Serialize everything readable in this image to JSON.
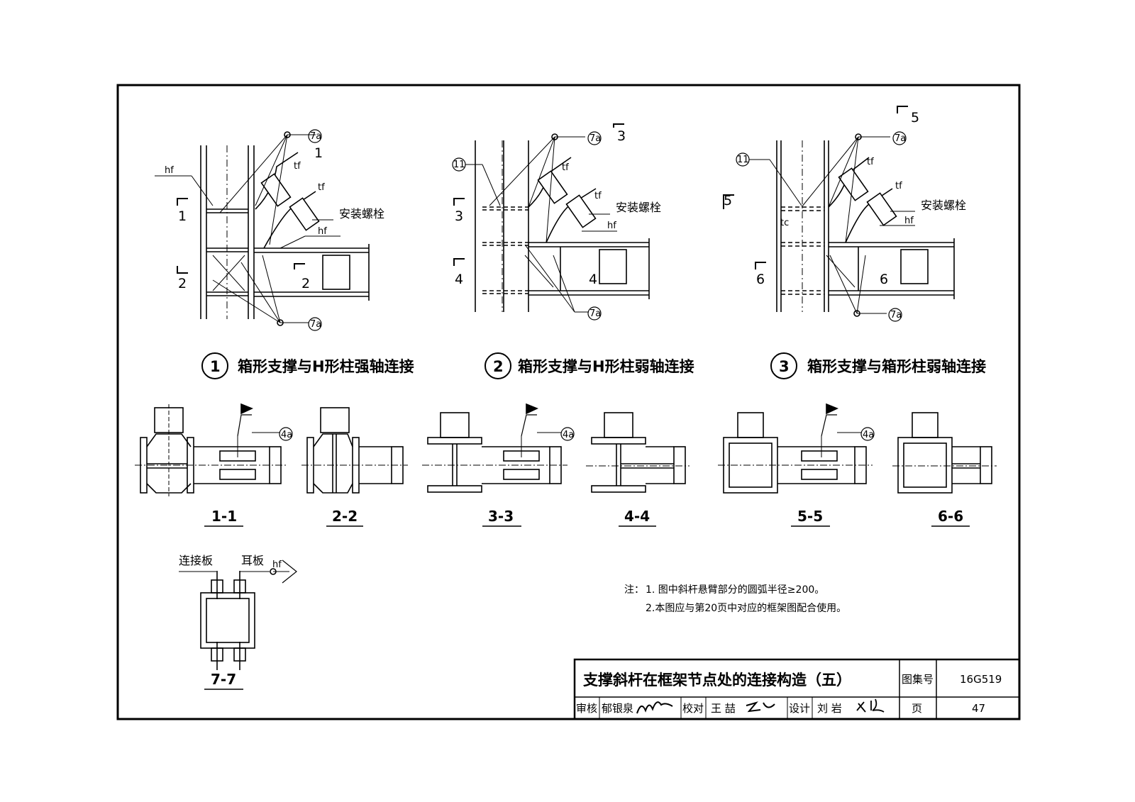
{
  "details": [
    {
      "index": "1",
      "caption": "箱形支撑与H形柱强轴连接"
    },
    {
      "index": "2",
      "caption": "箱形支撑与H形柱弱轴连接"
    },
    {
      "index": "3",
      "caption": "箱形支撑与箱形柱弱轴连接"
    }
  ],
  "callouts": {
    "weld_7a": "7a",
    "weld_4a": "4a",
    "weld_11": "11",
    "install_bolt": "安装螺栓",
    "hf": "hf",
    "tf": "tf",
    "tc": "tc"
  },
  "section_marks": [
    "1",
    "2",
    "3",
    "4",
    "5",
    "6"
  ],
  "sections": [
    "1-1",
    "2-2",
    "3-3",
    "4-4",
    "5-5",
    "6-6",
    "7-7"
  ],
  "section77": {
    "connect_plate": "连接板",
    "ear_plate": "耳板",
    "hf": "hf"
  },
  "notes": {
    "prefix": "注：",
    "items": [
      "1. 图中斜杆悬臂部分的圆弧半径≥200。",
      "2.本图应与第20页中对应的框架图配合使用。"
    ]
  },
  "title_block": {
    "title": "支撑斜杆在框架节点处的连接构造（五）",
    "atlas_label": "图集号",
    "atlas_no": "16G519",
    "page_label": "页",
    "page_no": "47",
    "review_label": "审核",
    "reviewer": "郁银泉",
    "check_label": "校对",
    "checker": "王 喆",
    "design_label": "设计",
    "designer": "刘 岩"
  }
}
